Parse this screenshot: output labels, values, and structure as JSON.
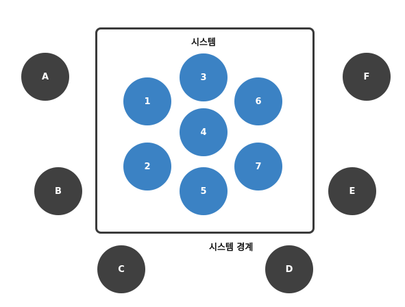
{
  "diagram": {
    "title": "시스템",
    "boundary_label": "시스템 경계",
    "colors": {
      "internal_node": "#3b82c4",
      "external_node": "#404040",
      "boundary_stroke": "#3a3a3a"
    },
    "internal_nodes": [
      "1",
      "2",
      "3",
      "4",
      "5",
      "6",
      "7"
    ],
    "external_nodes": [
      "A",
      "B",
      "C",
      "D",
      "E",
      "F"
    ]
  }
}
